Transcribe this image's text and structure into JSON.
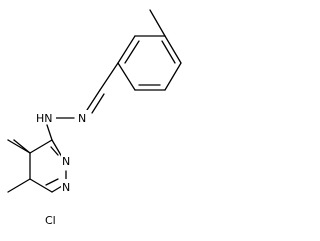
{
  "molecule": {
    "atoms": {
      "hydrazine_nh": "HN",
      "hydrazone_n": "N",
      "ring_n_upper": "N",
      "ring_n_lower": "N",
      "chloro": "Cl"
    }
  }
}
